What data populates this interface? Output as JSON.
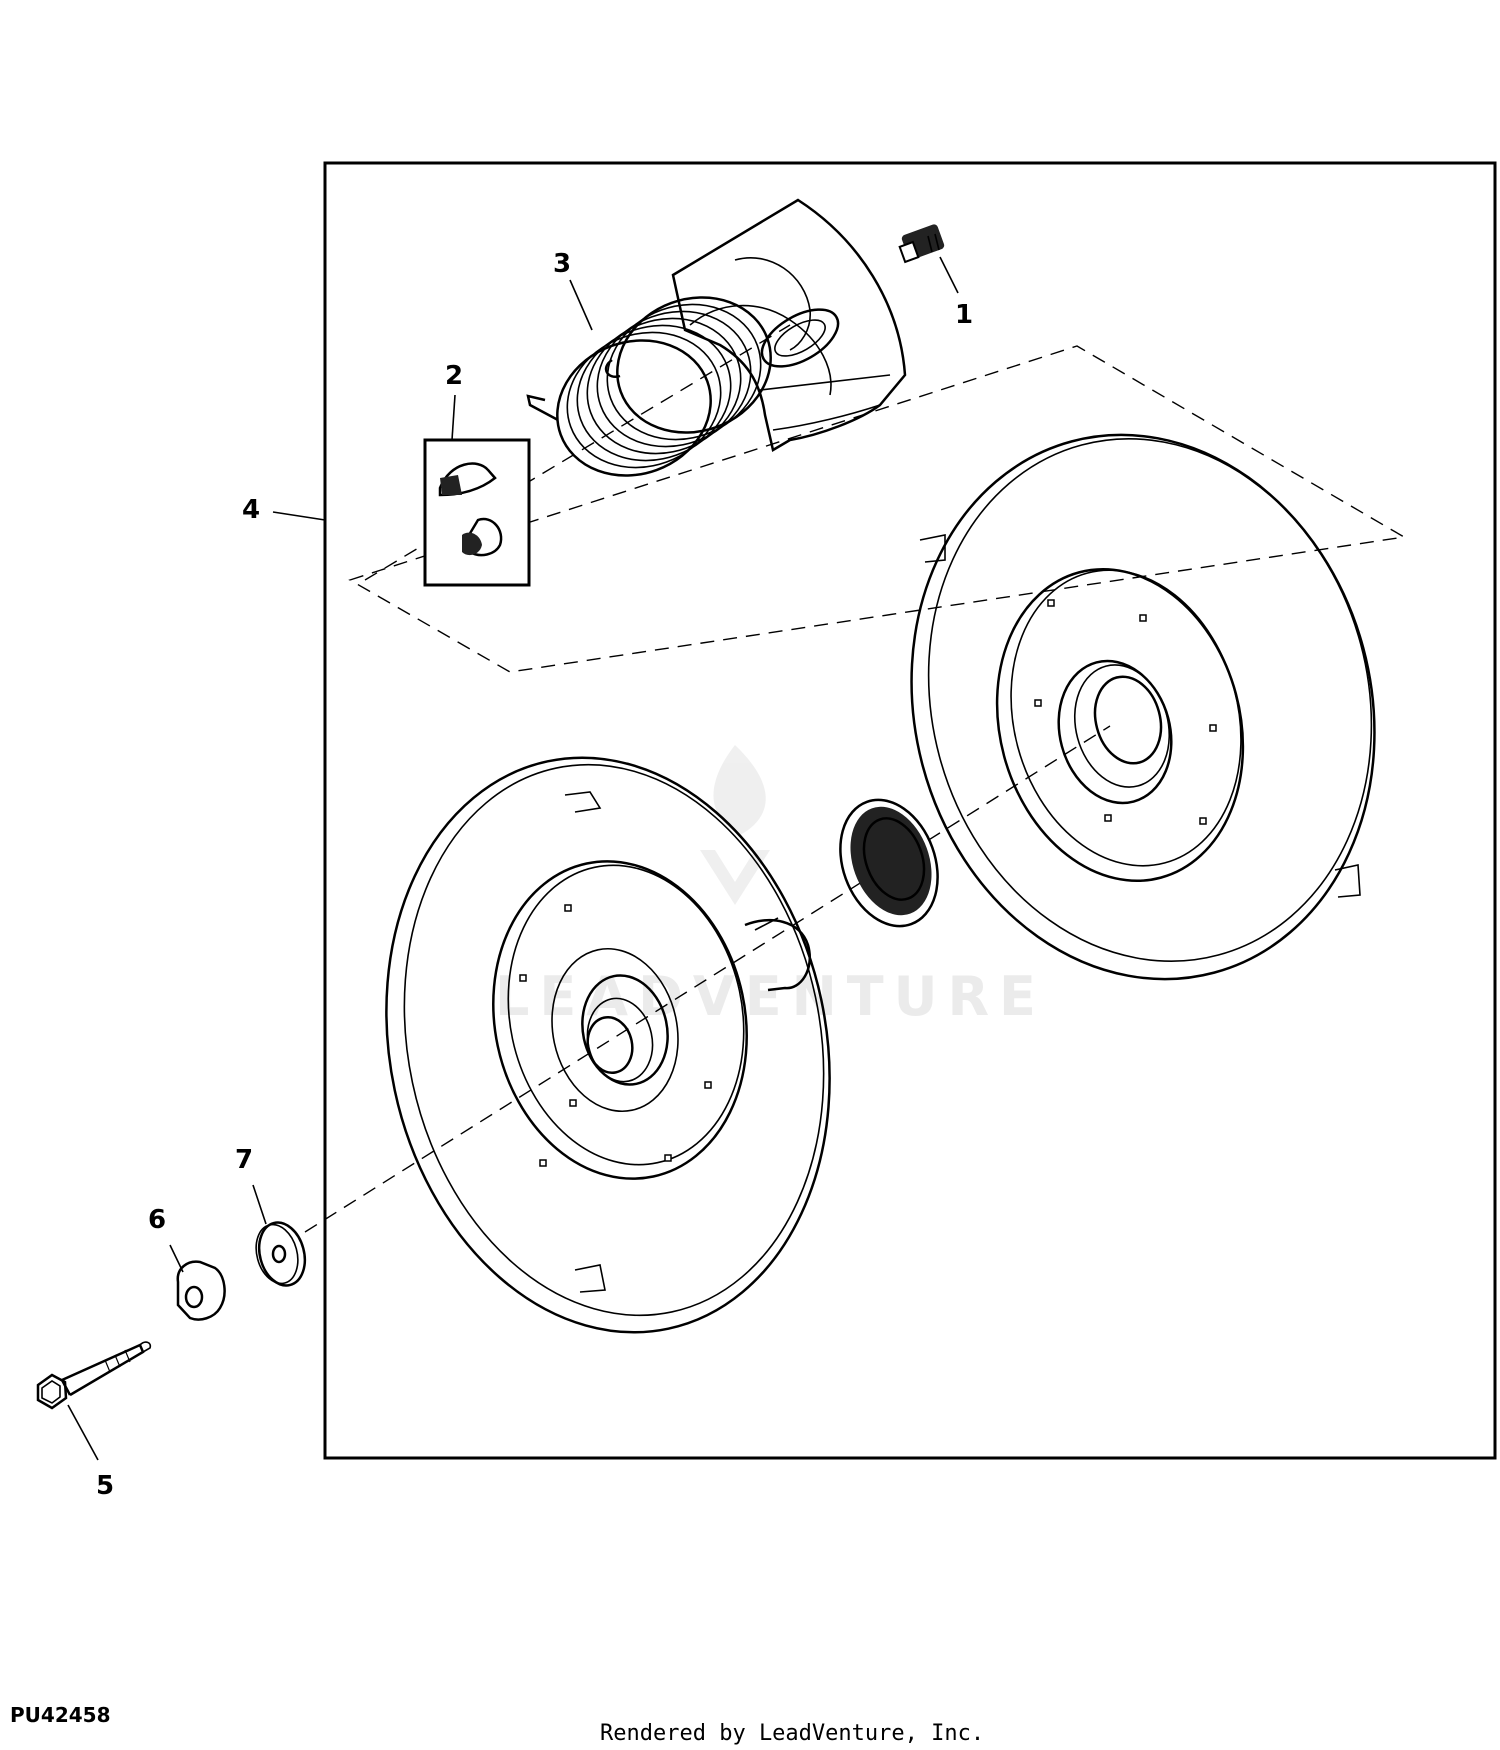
{
  "callouts": {
    "c1": "1",
    "c2": "2",
    "c3": "3",
    "c4": "4",
    "c5": "5",
    "c6": "6",
    "c7": "7"
  },
  "figure_code": "PU42458",
  "footer_text": "Rendered by LeadVenture, Inc.",
  "watermark": "LEADVENTURE"
}
